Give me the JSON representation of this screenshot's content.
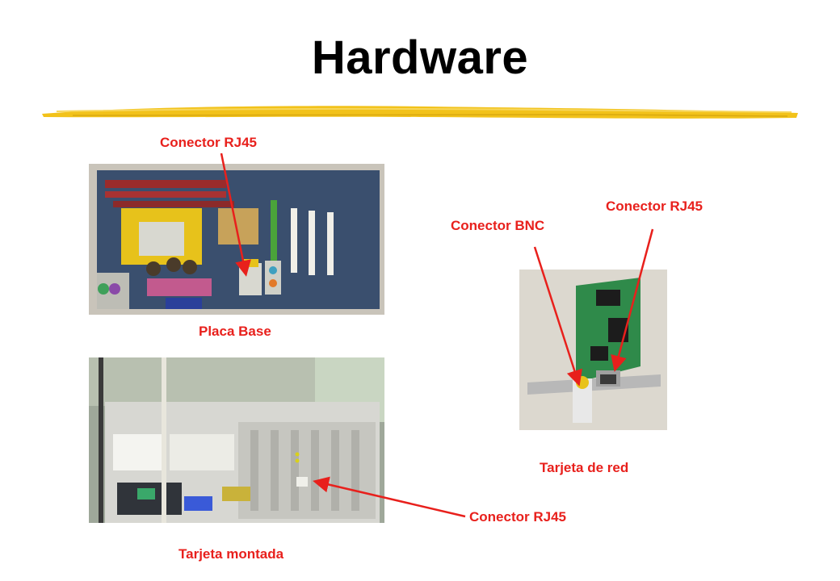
{
  "slide": {
    "title": "Hardware",
    "accent_color": "#f2c21a",
    "label_color": "#e8201c"
  },
  "labels": {
    "motherboard_connector": "Conector  RJ45",
    "motherboard_caption": "Placa Base",
    "nic_bnc": "Conector  BNC",
    "nic_rj45": "Conector  RJ45",
    "nic_caption": "Tarjeta de red",
    "mounted_connector": "Conector  RJ45",
    "mounted_caption": "Tarjeta montada"
  },
  "photos": {
    "motherboard": "motherboard-photo",
    "nic": "network-card-photo",
    "mounted": "mounted-card-photo"
  }
}
